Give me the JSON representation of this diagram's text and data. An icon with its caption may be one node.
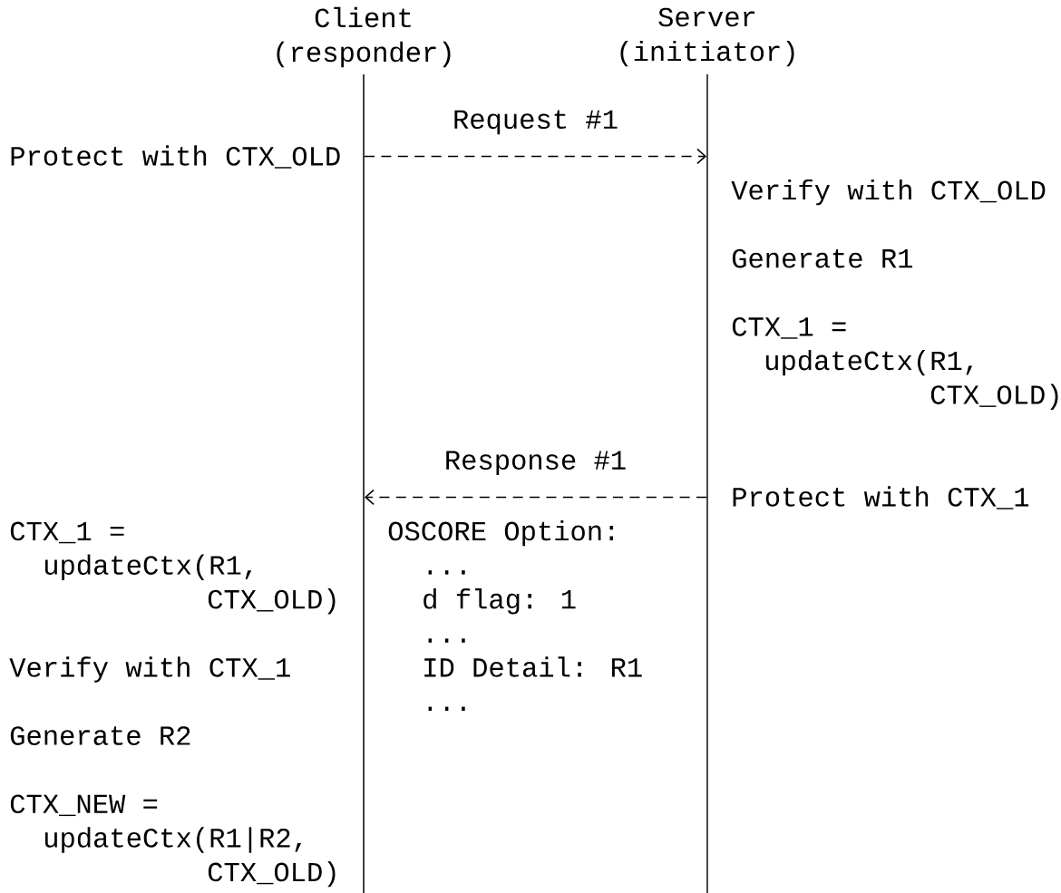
{
  "diagram": {
    "nodes": [
      {
        "text": [
          "Client (responder)"
        ]
      },
      {
        "text": [
          "Server (initiator)"
        ]
      }
    ],
    "edges": [
      {
        "from": 0,
        "to": 1,
        "arrow": "to",
        "label": "Request #1",
        "style": "dashed"
      },
      {
        "from": 1,
        "to": 0,
        "arrow": "to",
        "label": "Response #1",
        "style": "dashed"
      }
    ],
    "labels": [
      "Protect with CTX_OLD",
      "Verify with CTX_OLD",
      "Generate R1",
      "CTX_1 =",
      "updateCtx(R1,",
      "CTX_OLD)",
      "Protect with CTX_1",
      "CTX_1 =",
      "OSCORE Option:",
      "updateCtx(R1,",
      "...",
      "CTX_OLD)",
      "d flag: 1",
      "...",
      "Verify with CTX_1",
      "ID Detail: R1",
      "...",
      "Generate R2",
      "CTX_NEW =",
      "updateCtx(R1|R2,",
      "CTX_OLD)"
    ]
  }
}
